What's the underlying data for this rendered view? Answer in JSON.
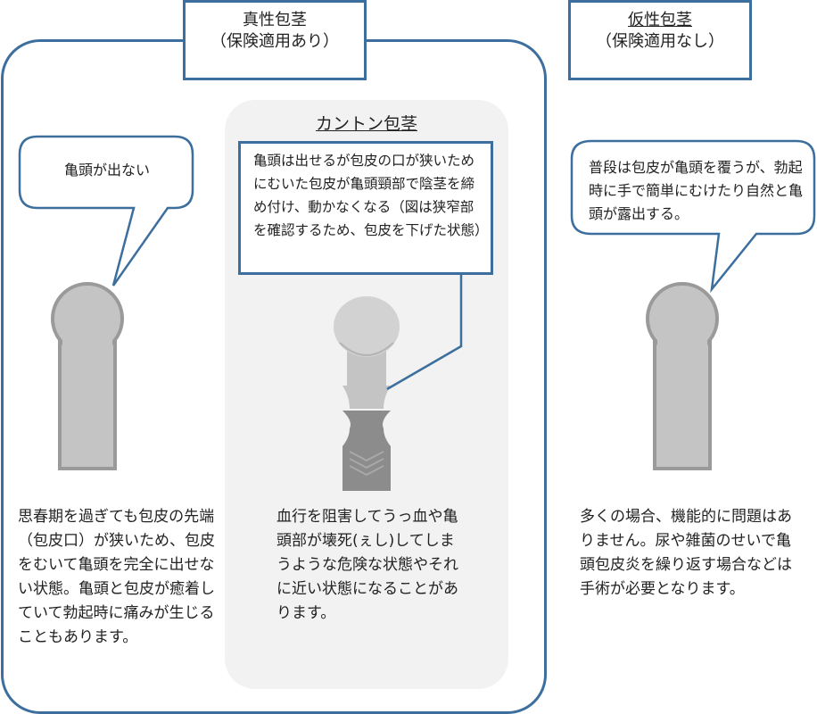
{
  "true_phimosis": {
    "title": "真性包茎",
    "subtitle": "（保険適用あり）",
    "bubble": "亀頭が出ない",
    "description": "思春期を過ぎても包皮の先端（包皮口）が狭いため、包皮をむいて亀頭を完全に出せない状態。亀頭と包皮が癒着していて勃起時に痛みが生じることもあります。"
  },
  "canton_phimosis": {
    "title": "カントン包茎",
    "note": "亀頭は出せるが包皮の口が狭いためにむいた包皮が亀頭頸部で陰茎を締め付け、動かなくなる（図は狭窄部を確認するため、包皮を下げた状態）",
    "description": "血行を阻害してうっ血や亀頭部が壊死(ぇし)してしまうような危険な状態やそれに近い状態になることがあります。"
  },
  "pseudo_phimosis": {
    "title": "仮性包茎",
    "subtitle": "（保険適用なし）",
    "bubble": "普段は包皮が亀頭を覆うが、勃起時に手で簡単にむけたり自然と亀頭が露出する。",
    "description": "多くの場合、機能的に問題はありません。尿や雑菌のせいで亀頭包皮炎を繰り返す場合などは手術が必要となります。"
  },
  "colors": {
    "frame": "#3c6e9e",
    "panel": "#f2f2f2",
    "shaft": "#c4c4c4",
    "outline": "#9a9a9a",
    "foreskin_dark": "#8c8c8c"
  }
}
